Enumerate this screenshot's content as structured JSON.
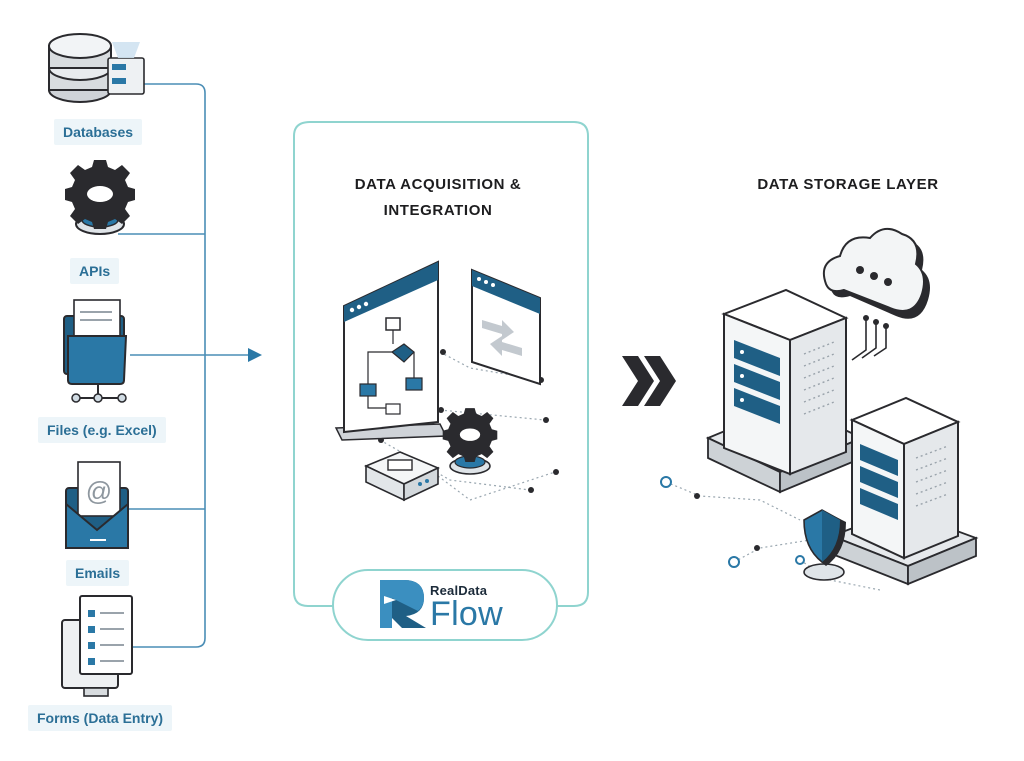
{
  "sources": [
    {
      "label": "Databases",
      "icon": "database-icon"
    },
    {
      "label": "APIs",
      "icon": "api-gear-icon"
    },
    {
      "label": "Files (e.g. Excel)",
      "icon": "folder-files-icon"
    },
    {
      "label": "Emails",
      "icon": "email-envelope-icon"
    },
    {
      "label": "Forms (Data Entry)",
      "icon": "form-monitor-icon"
    }
  ],
  "middle": {
    "title_line1": "DATA ACQUISITION &",
    "title_line2": "INTEGRATION",
    "brand_top": "RealData",
    "brand_main": "Flow",
    "brand_logo_letter": "R"
  },
  "right": {
    "title": "DATA STORAGE LAYER"
  },
  "colors": {
    "accent_blue": "#2a78a6",
    "dark_blue": "#1f5f85",
    "teal_border": "#8fd4cf",
    "line_blue": "#4a8db5",
    "label_bg": "#edf5f9",
    "outline": "#2a2a2e"
  }
}
